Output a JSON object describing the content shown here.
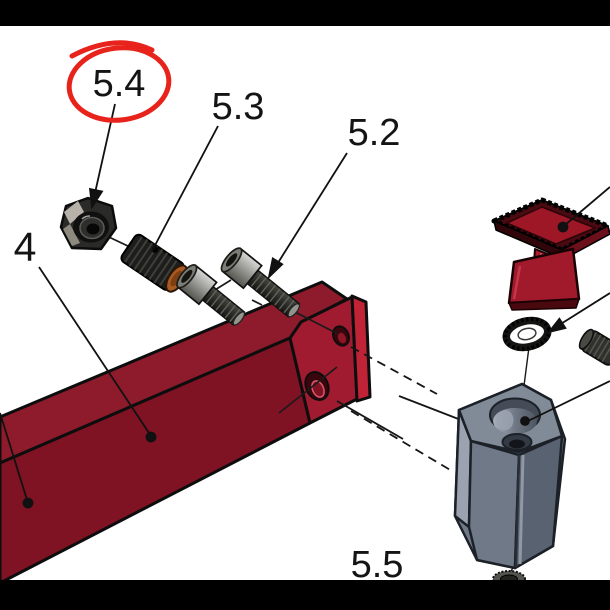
{
  "title": "Exploded assembly drawing detail",
  "labels": {
    "l4": "4",
    "l52": "5.2",
    "l53": "5.3",
    "l54": "5.4",
    "l55": "5.5"
  },
  "annotation": {
    "shape": "hand-drawn-circle",
    "color": "#e8231b",
    "circled_label": "5.4"
  },
  "colors": {
    "background": "#ffffff",
    "border_band": "#000000",
    "beam_top": "#8e1b2c",
    "beam_front": "#7f1223",
    "beam_flange": "#a01b2f",
    "beam_end_strip": "#c02335",
    "bracket_red": "#9e1727",
    "block_gray": "#6f7988",
    "block_gray_light": "#9aa3af",
    "block_gray_dark": "#596270",
    "hardware_dark": "#222220",
    "spacer_copper": "#a85a22",
    "line_black": "#1a1a1a"
  }
}
